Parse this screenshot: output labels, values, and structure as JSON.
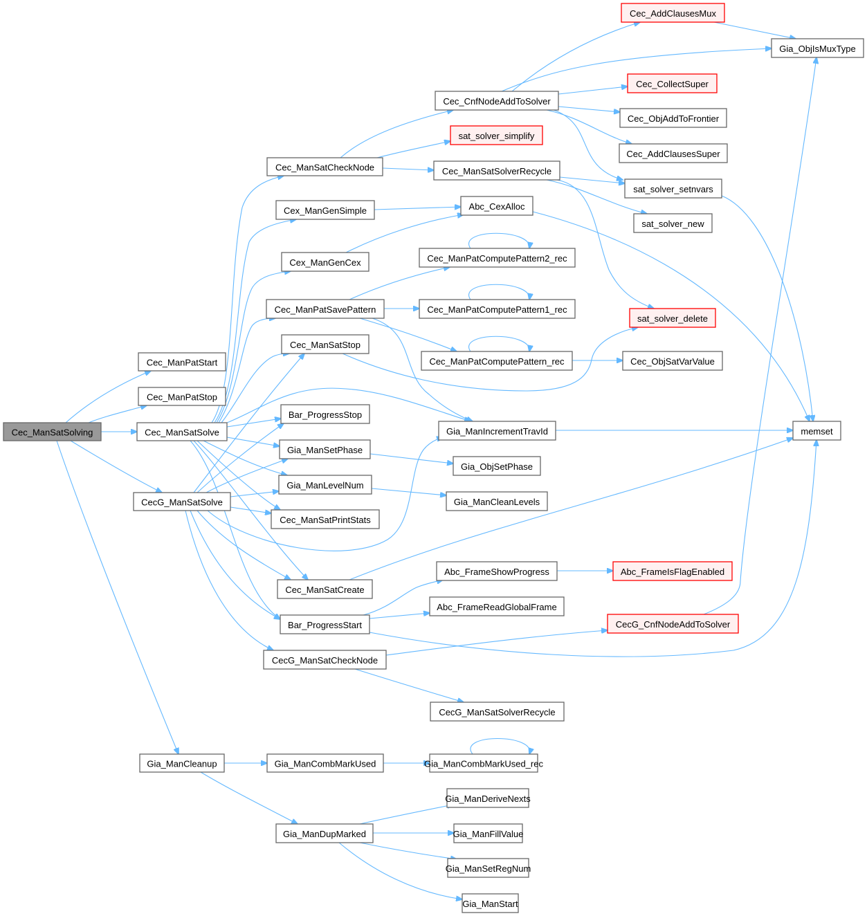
{
  "graph": {
    "root": "Cec_ManSatSolving",
    "colors": {
      "edge": "#63b8ff",
      "node_border": "#666666",
      "root_fill": "#999999",
      "external_border": "#ff0000",
      "external_fill": "#fff0f0"
    },
    "nodes": [
      {
        "id": "Cec_ManSatSolving",
        "label": "Cec_ManSatSolving",
        "kind": "root"
      },
      {
        "id": "Cec_ManPatStart",
        "label": "Cec_ManPatStart",
        "kind": "normal"
      },
      {
        "id": "Cec_ManPatStop",
        "label": "Cec_ManPatStop",
        "kind": "normal"
      },
      {
        "id": "Cec_ManSatSolve",
        "label": "Cec_ManSatSolve",
        "kind": "normal"
      },
      {
        "id": "CecG_ManSatSolve",
        "label": "CecG_ManSatSolve",
        "kind": "normal"
      },
      {
        "id": "Gia_ManCleanup",
        "label": "Gia_ManCleanup",
        "kind": "normal"
      },
      {
        "id": "Cec_ManSatCheckNode",
        "label": "Cec_ManSatCheckNode",
        "kind": "normal"
      },
      {
        "id": "Cex_ManGenSimple",
        "label": "Cex_ManGenSimple",
        "kind": "normal"
      },
      {
        "id": "Cex_ManGenCex",
        "label": "Cex_ManGenCex",
        "kind": "normal"
      },
      {
        "id": "Cec_ManPatSavePattern",
        "label": "Cec_ManPatSavePattern",
        "kind": "normal"
      },
      {
        "id": "Cec_ManSatStop",
        "label": "Cec_ManSatStop",
        "kind": "normal"
      },
      {
        "id": "Bar_ProgressStop",
        "label": "Bar_ProgressStop",
        "kind": "normal"
      },
      {
        "id": "Gia_ManSetPhase",
        "label": "Gia_ManSetPhase",
        "kind": "normal"
      },
      {
        "id": "Gia_ManLevelNum",
        "label": "Gia_ManLevelNum",
        "kind": "normal"
      },
      {
        "id": "Cec_ManSatPrintStats",
        "label": "Cec_ManSatPrintStats",
        "kind": "normal"
      },
      {
        "id": "Cec_ManSatCreate",
        "label": "Cec_ManSatCreate",
        "kind": "normal"
      },
      {
        "id": "Bar_ProgressStart",
        "label": "Bar_ProgressStart",
        "kind": "normal"
      },
      {
        "id": "CecG_ManSatCheckNode",
        "label": "CecG_ManSatCheckNode",
        "kind": "normal"
      },
      {
        "id": "Gia_ManCombMarkUsed",
        "label": "Gia_ManCombMarkUsed",
        "kind": "normal"
      },
      {
        "id": "Gia_ManDupMarked",
        "label": "Gia_ManDupMarked",
        "kind": "normal"
      },
      {
        "id": "Cec_CnfNodeAddToSolver",
        "label": "Cec_CnfNodeAddToSolver",
        "kind": "normal"
      },
      {
        "id": "sat_solver_simplify",
        "label": "sat_solver_simplify",
        "kind": "external"
      },
      {
        "id": "Cec_ManSatSolverRecycle",
        "label": "Cec_ManSatSolverRecycle",
        "kind": "normal"
      },
      {
        "id": "Abc_CexAlloc",
        "label": "Abc_CexAlloc",
        "kind": "normal"
      },
      {
        "id": "Cec_ManPatComputePattern2_rec",
        "label": "Cec_ManPatComputePattern2_rec",
        "kind": "normal"
      },
      {
        "id": "Cec_ManPatComputePattern1_rec",
        "label": "Cec_ManPatComputePattern1_rec",
        "kind": "normal"
      },
      {
        "id": "Cec_ManPatComputePattern_rec",
        "label": "Cec_ManPatComputePattern_rec",
        "kind": "normal"
      },
      {
        "id": "Gia_ManIncrementTravId",
        "label": "Gia_ManIncrementTravId",
        "kind": "normal"
      },
      {
        "id": "Gia_ObjSetPhase",
        "label": "Gia_ObjSetPhase",
        "kind": "normal"
      },
      {
        "id": "Gia_ManCleanLevels",
        "label": "Gia_ManCleanLevels",
        "kind": "normal"
      },
      {
        "id": "Abc_FrameShowProgress",
        "label": "Abc_FrameShowProgress",
        "kind": "normal"
      },
      {
        "id": "Abc_FrameReadGlobalFrame",
        "label": "Abc_FrameReadGlobalFrame",
        "kind": "normal"
      },
      {
        "id": "CecG_ManSatSolverRecycle",
        "label": "CecG_ManSatSolverRecycle",
        "kind": "normal"
      },
      {
        "id": "Gia_ManCombMarkUsed_rec",
        "label": "Gia_ManCombMarkUsed_rec",
        "kind": "normal"
      },
      {
        "id": "Gia_ManDeriveNexts",
        "label": "Gia_ManDeriveNexts",
        "kind": "normal"
      },
      {
        "id": "Gia_ManFillValue",
        "label": "Gia_ManFillValue",
        "kind": "normal"
      },
      {
        "id": "Gia_ManSetRegNum",
        "label": "Gia_ManSetRegNum",
        "kind": "normal"
      },
      {
        "id": "Gia_ManStart",
        "label": "Gia_ManStart",
        "kind": "normal"
      },
      {
        "id": "Cec_AddClausesMux",
        "label": "Cec_AddClausesMux",
        "kind": "external"
      },
      {
        "id": "Cec_CollectSuper",
        "label": "Cec_CollectSuper",
        "kind": "external"
      },
      {
        "id": "Cec_ObjAddToFrontier",
        "label": "Cec_ObjAddToFrontier",
        "kind": "normal"
      },
      {
        "id": "Cec_AddClausesSuper",
        "label": "Cec_AddClausesSuper",
        "kind": "normal"
      },
      {
        "id": "sat_solver_setnvars",
        "label": "sat_solver_setnvars",
        "kind": "normal"
      },
      {
        "id": "sat_solver_new",
        "label": "sat_solver_new",
        "kind": "normal"
      },
      {
        "id": "sat_solver_delete",
        "label": "sat_solver_delete",
        "kind": "external"
      },
      {
        "id": "Cec_ObjSatVarValue",
        "label": "Cec_ObjSatVarValue",
        "kind": "normal"
      },
      {
        "id": "Abc_FrameIsFlagEnabled",
        "label": "Abc_FrameIsFlagEnabled",
        "kind": "external"
      },
      {
        "id": "CecG_CnfNodeAddToSolver",
        "label": "CecG_CnfNodeAddToSolver",
        "kind": "external"
      },
      {
        "id": "Gia_ObjIsMuxType",
        "label": "Gia_ObjIsMuxType",
        "kind": "normal"
      },
      {
        "id": "memset",
        "label": "memset",
        "kind": "normal"
      }
    ],
    "edges": [
      [
        "Cec_ManSatSolving",
        "Cec_ManPatStart"
      ],
      [
        "Cec_ManSatSolving",
        "Cec_ManPatStop"
      ],
      [
        "Cec_ManSatSolving",
        "Cec_ManSatSolve"
      ],
      [
        "Cec_ManSatSolving",
        "CecG_ManSatSolve"
      ],
      [
        "Cec_ManSatSolving",
        "Gia_ManCleanup"
      ],
      [
        "Cec_ManSatSolve",
        "Cec_ManSatCheckNode"
      ],
      [
        "Cec_ManSatSolve",
        "Cex_ManGenSimple"
      ],
      [
        "Cec_ManSatSolve",
        "Cex_ManGenCex"
      ],
      [
        "Cec_ManSatSolve",
        "Cec_ManPatSavePattern"
      ],
      [
        "Cec_ManSatSolve",
        "Cec_ManSatStop"
      ],
      [
        "Cec_ManSatSolve",
        "Gia_ManIncrementTravId"
      ],
      [
        "Cec_ManSatSolve",
        "Bar_ProgressStop"
      ],
      [
        "Cec_ManSatSolve",
        "Gia_ManSetPhase"
      ],
      [
        "Cec_ManSatSolve",
        "Gia_ManLevelNum"
      ],
      [
        "Cec_ManSatSolve",
        "Cec_ManSatPrintStats"
      ],
      [
        "Cec_ManSatSolve",
        "Cec_ManSatCreate"
      ],
      [
        "Cec_ManSatSolve",
        "Bar_ProgressStart"
      ],
      [
        "CecG_ManSatSolve",
        "Cec_ManSatStop"
      ],
      [
        "CecG_ManSatSolve",
        "Bar_ProgressStop"
      ],
      [
        "CecG_ManSatSolve",
        "Gia_ManSetPhase"
      ],
      [
        "CecG_ManSatSolve",
        "Gia_ManLevelNum"
      ],
      [
        "CecG_ManSatSolve",
        "Cec_ManSatPrintStats"
      ],
      [
        "CecG_ManSatSolve",
        "Gia_ManIncrementTravId"
      ],
      [
        "CecG_ManSatSolve",
        "Cec_ManSatCreate"
      ],
      [
        "CecG_ManSatSolve",
        "Bar_ProgressStart"
      ],
      [
        "CecG_ManSatSolve",
        "CecG_ManSatCheckNode"
      ],
      [
        "Cec_ManSatCheckNode",
        "Cec_CnfNodeAddToSolver"
      ],
      [
        "Cec_ManSatCheckNode",
        "sat_solver_simplify"
      ],
      [
        "Cec_ManSatCheckNode",
        "Cec_ManSatSolverRecycle"
      ],
      [
        "Cex_ManGenSimple",
        "Abc_CexAlloc"
      ],
      [
        "Cex_ManGenCex",
        "Abc_CexAlloc"
      ],
      [
        "Cec_ManPatSavePattern",
        "Cec_ManPatComputePattern2_rec"
      ],
      [
        "Cec_ManPatSavePattern",
        "Cec_ManPatComputePattern1_rec"
      ],
      [
        "Cec_ManPatSavePattern",
        "Cec_ManPatComputePattern_rec"
      ],
      [
        "Cec_ManPatSavePattern",
        "Gia_ManIncrementTravId"
      ],
      [
        "Cec_ManSatStop",
        "sat_solver_delete"
      ],
      [
        "Cec_ManPatComputePattern2_rec",
        "Cec_ManPatComputePattern2_rec"
      ],
      [
        "Cec_ManPatComputePattern1_rec",
        "Cec_ManPatComputePattern1_rec"
      ],
      [
        "Cec_ManPatComputePattern_rec",
        "Cec_ManPatComputePattern_rec"
      ],
      [
        "Cec_ManPatComputePattern_rec",
        "Cec_ObjSatVarValue"
      ],
      [
        "Cec_CnfNodeAddToSolver",
        "Cec_AddClausesMux"
      ],
      [
        "Cec_CnfNodeAddToSolver",
        "Gia_ObjIsMuxType"
      ],
      [
        "Cec_CnfNodeAddToSolver",
        "Cec_CollectSuper"
      ],
      [
        "Cec_CnfNodeAddToSolver",
        "Cec_ObjAddToFrontier"
      ],
      [
        "Cec_CnfNodeAddToSolver",
        "Cec_AddClausesSuper"
      ],
      [
        "Cec_CnfNodeAddToSolver",
        "sat_solver_setnvars"
      ],
      [
        "Cec_AddClausesMux",
        "Gia_ObjIsMuxType"
      ],
      [
        "Cec_ManSatSolverRecycle",
        "sat_solver_setnvars"
      ],
      [
        "Cec_ManSatSolverRecycle",
        "sat_solver_new"
      ],
      [
        "Cec_ManSatSolverRecycle",
        "sat_solver_delete"
      ],
      [
        "sat_solver_setnvars",
        "memset"
      ],
      [
        "Abc_CexAlloc",
        "memset"
      ],
      [
        "Gia_ManIncrementTravId",
        "memset"
      ],
      [
        "Cec_ManSatCreate",
        "memset"
      ],
      [
        "Bar_ProgressStart",
        "memset"
      ],
      [
        "Gia_ManSetPhase",
        "Gia_ObjSetPhase"
      ],
      [
        "Gia_ManLevelNum",
        "Gia_ManCleanLevels"
      ],
      [
        "Bar_ProgressStart",
        "Abc_FrameShowProgress"
      ],
      [
        "Bar_ProgressStart",
        "Abc_FrameReadGlobalFrame"
      ],
      [
        "Abc_FrameShowProgress",
        "Abc_FrameIsFlagEnabled"
      ],
      [
        "CecG_ManSatCheckNode",
        "CecG_CnfNodeAddToSolver"
      ],
      [
        "CecG_ManSatCheckNode",
        "CecG_ManSatSolverRecycle"
      ],
      [
        "CecG_CnfNodeAddToSolver",
        "Gia_ObjIsMuxType"
      ],
      [
        "Gia_ManCleanup",
        "Gia_ManCombMarkUsed"
      ],
      [
        "Gia_ManCleanup",
        "Gia_ManDupMarked"
      ],
      [
        "Gia_ManCombMarkUsed",
        "Gia_ManCombMarkUsed_rec"
      ],
      [
        "Gia_ManCombMarkUsed_rec",
        "Gia_ManCombMarkUsed_rec"
      ],
      [
        "Gia_ManDupMarked",
        "Gia_ManDeriveNexts"
      ],
      [
        "Gia_ManDupMarked",
        "Gia_ManFillValue"
      ],
      [
        "Gia_ManDupMarked",
        "Gia_ManSetRegNum"
      ],
      [
        "Gia_ManDupMarked",
        "Gia_ManStart"
      ]
    ]
  }
}
